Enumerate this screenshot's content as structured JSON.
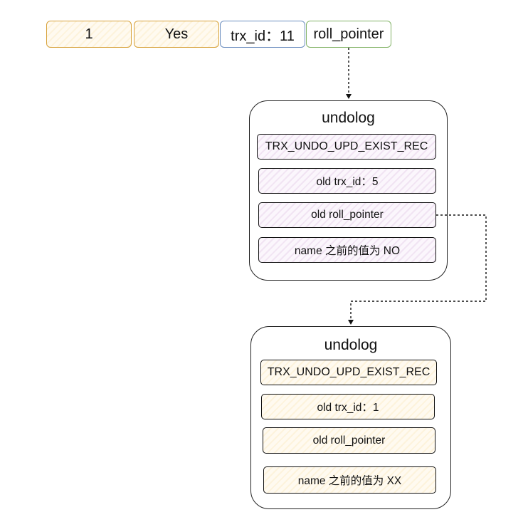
{
  "record": {
    "cells": [
      "1",
      "Yes",
      "trx_id：11",
      "roll_pointer"
    ]
  },
  "undolog_1": {
    "title": "undolog",
    "rows": [
      "TRX_UNDO_UPD_EXIST_REC",
      "old trx_id：5",
      "old roll_pointer",
      "name 之前的值为 NO"
    ],
    "color": "#9a6ab0"
  },
  "undolog_2": {
    "title": "undolog",
    "rows": [
      "TRX_UNDO_UPD_EXIST_REC",
      "old trx_id：1",
      "old roll_pointer",
      "name 之前的值为 XX"
    ],
    "color": "#d7a23a"
  },
  "colors": {
    "orange": "#d7a23a",
    "purple": "#9a6ab0",
    "blue": "#6c8ebf",
    "green": "#82b366"
  }
}
